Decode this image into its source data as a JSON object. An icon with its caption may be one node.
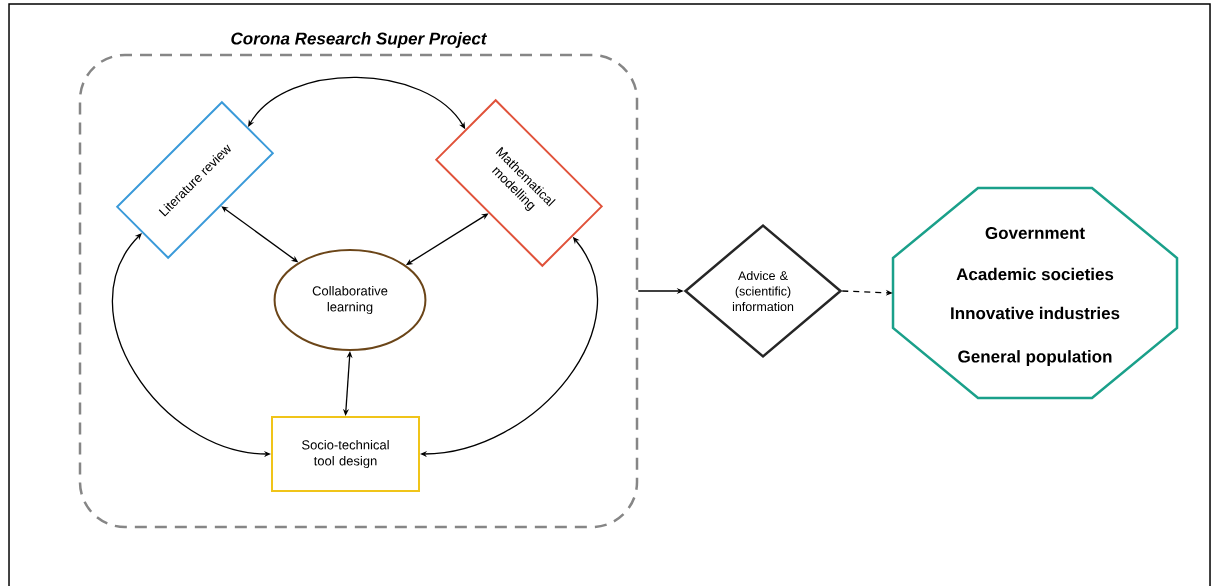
{
  "diagram": {
    "nodes": [
      {
        "text": [
          "Corona Research Super Project"
        ]
      },
      {
        "text": [
          "Literature review"
        ],
        "in": 0
      },
      {
        "text": [
          "Mathematical modelling"
        ],
        "in": 0
      },
      {
        "text": [
          "Collaborative learning"
        ],
        "in": 0
      },
      {
        "text": [
          "Socio-technical tool design"
        ],
        "in": 0
      },
      {
        "text": [
          "Advice & (scientific) information"
        ]
      },
      {
        "text": [
          "Government",
          "Academic societies",
          "Innovative industries",
          "General population"
        ]
      }
    ],
    "edges": [
      {
        "from": 1,
        "to": 2,
        "arrow": "both"
      },
      {
        "from": 1,
        "to": 3,
        "arrow": "both"
      },
      {
        "from": 2,
        "to": 3,
        "arrow": "both"
      },
      {
        "from": 3,
        "to": 4,
        "arrow": "both"
      },
      {
        "from": 1,
        "to": 4,
        "arrow": "both"
      },
      {
        "from": 2,
        "to": 4,
        "arrow": "both"
      },
      {
        "from": 0,
        "to": 5,
        "arrow": "to"
      },
      {
        "from": 5,
        "to": 6,
        "arrow": "to",
        "style": "dashed"
      }
    ]
  }
}
